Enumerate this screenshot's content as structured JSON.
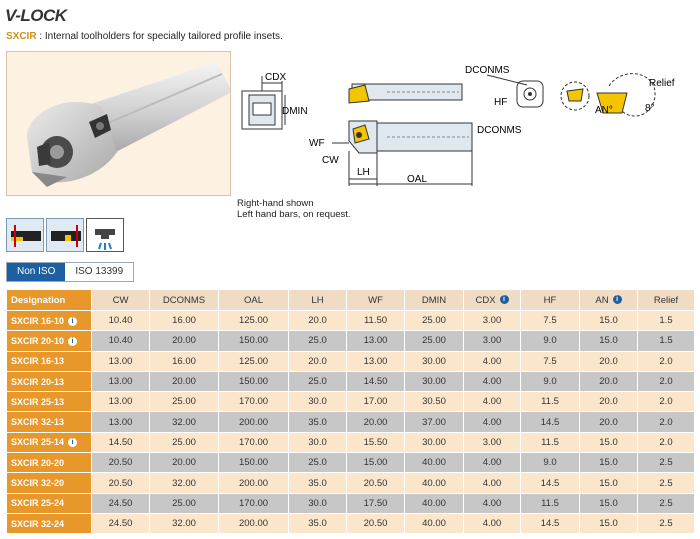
{
  "header": {
    "brand": "V-LOCK",
    "code": "SXCIR",
    "description": " : Internal toolholders for specially tailored profile insets."
  },
  "drawing": {
    "labels": {
      "cdx": "CDX",
      "dmin": "DMIN",
      "dconms_top": "DCONMS",
      "hf": "HF",
      "relief": "Relief",
      "an": "AN°",
      "angle": "8°",
      "wf": "WF",
      "cw": "CW",
      "lh": "LH",
      "oal": "OAL",
      "dconms_side": "DCONMS"
    }
  },
  "notes": {
    "line1": "Right-hand shown",
    "line2": "Left hand bars, on request."
  },
  "tabs": [
    {
      "label": "Non ISO"
    },
    {
      "label": "ISO 13399"
    }
  ],
  "table": {
    "columns": [
      "Designation",
      "CW",
      "DCONMS",
      "OAL",
      "LH",
      "WF",
      "DMIN",
      "CDX",
      "HF",
      "AN",
      "Relief"
    ],
    "rows": [
      {
        "designation": "SXCIR 16-10",
        "info": true,
        "cells": [
          "10.40",
          "16.00",
          "125.00",
          "20.0",
          "11.50",
          "25.00",
          "3.00",
          "7.5",
          "15.0",
          "1.5"
        ]
      },
      {
        "designation": "SXCIR 20-10",
        "info": true,
        "cells": [
          "10.40",
          "20.00",
          "150.00",
          "25.0",
          "13.00",
          "25.00",
          "3.00",
          "9.0",
          "15.0",
          "1.5"
        ]
      },
      {
        "designation": "SXCIR 16-13",
        "info": false,
        "cells": [
          "13.00",
          "16.00",
          "125.00",
          "20.0",
          "13.00",
          "30.00",
          "4.00",
          "7.5",
          "20.0",
          "2.0"
        ]
      },
      {
        "designation": "SXCIR 20-13",
        "info": false,
        "cells": [
          "13.00",
          "20.00",
          "150.00",
          "25.0",
          "14.50",
          "30.00",
          "4.00",
          "9.0",
          "20.0",
          "2.0"
        ]
      },
      {
        "designation": "SXCIR 25-13",
        "info": false,
        "cells": [
          "13.00",
          "25.00",
          "170.00",
          "30.0",
          "17.00",
          "30.50",
          "4.00",
          "11.5",
          "20.0",
          "2.0"
        ]
      },
      {
        "designation": "SXCIR 32-13",
        "info": false,
        "cells": [
          "13.00",
          "32.00",
          "200.00",
          "35.0",
          "20.00",
          "37.00",
          "4.00",
          "14.5",
          "20.0",
          "2.0"
        ]
      },
      {
        "designation": "SXCIR 25-14",
        "info": true,
        "cells": [
          "14.50",
          "25.00",
          "170.00",
          "30.0",
          "15.50",
          "30.00",
          "3.00",
          "11.5",
          "15.0",
          "2.0"
        ]
      },
      {
        "designation": "SXCIR 20-20",
        "info": false,
        "cells": [
          "20.50",
          "20.00",
          "150.00",
          "25.0",
          "15.00",
          "40.00",
          "4.00",
          "9.0",
          "15.0",
          "2.5"
        ]
      },
      {
        "designation": "SXCIR 32-20",
        "info": false,
        "cells": [
          "20.50",
          "32.00",
          "200.00",
          "35.0",
          "20.50",
          "40.00",
          "4.00",
          "14.5",
          "15.0",
          "2.5"
        ]
      },
      {
        "designation": "SXCIR 25-24",
        "info": false,
        "cells": [
          "24.50",
          "25.00",
          "170.00",
          "30.0",
          "17.50",
          "40.00",
          "4.00",
          "11.5",
          "15.0",
          "2.5"
        ]
      },
      {
        "designation": "SXCIR 32-24",
        "info": false,
        "cells": [
          "24.50",
          "32.00",
          "200.00",
          "35.0",
          "20.50",
          "40.00",
          "4.00",
          "14.5",
          "15.0",
          "2.5"
        ]
      }
    ]
  },
  "header_info_columns": [
    "CDX",
    "AN"
  ],
  "colors": {
    "accent_orange": "#e8972a",
    "row_light": "#fbe6cc",
    "row_dark": "#c7c7c7",
    "tab_blue": "#1d5fa0"
  }
}
